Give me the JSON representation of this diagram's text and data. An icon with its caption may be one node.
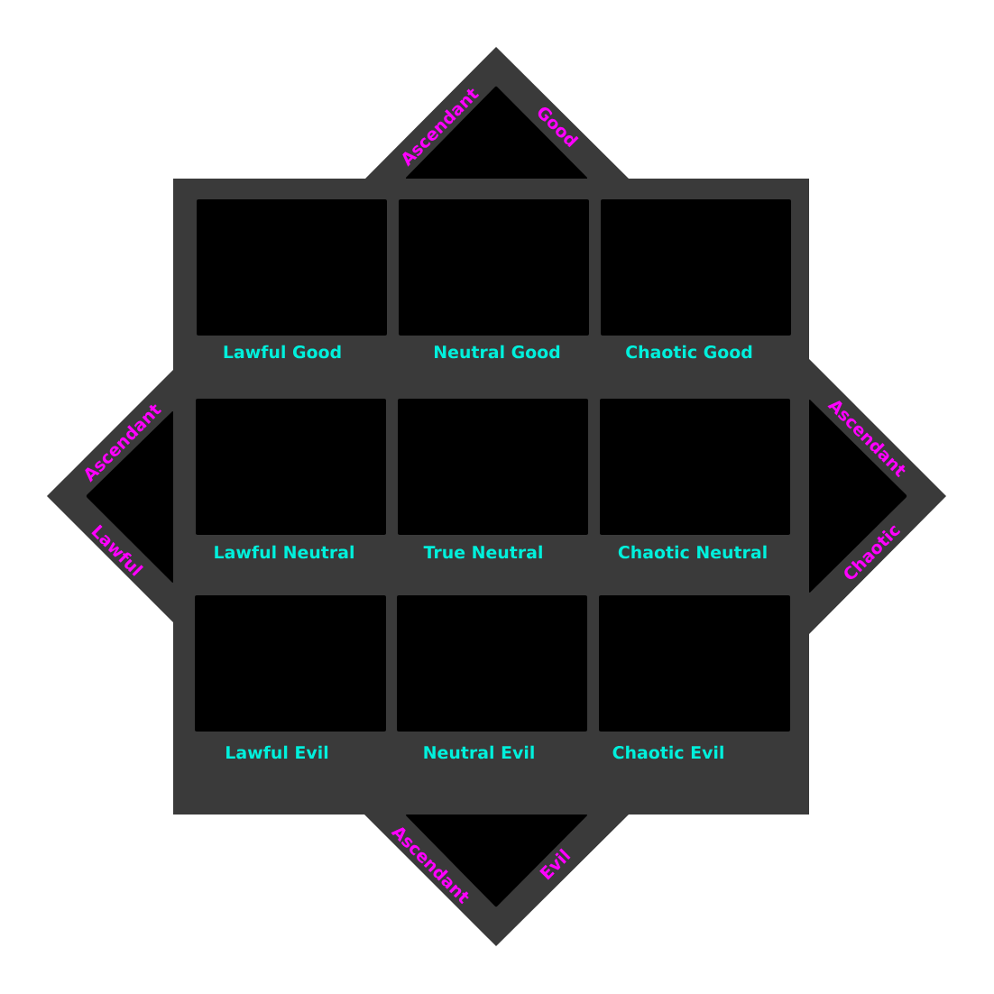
{
  "diagram": {
    "nodes": [
      {
        "text": [
          "Ascendant",
          "Good"
        ]
      },
      {
        "text": [
          "Lawful Good"
        ]
      },
      {
        "text": [
          "Neutral Good"
        ]
      },
      {
        "text": [
          "Chaotic Good"
        ]
      },
      {
        "text": [
          "Ascendant",
          "Lawful"
        ]
      },
      {
        "text": [
          "Ascendant",
          "Chaotic"
        ]
      },
      {
        "text": [
          "Lawful Neutral"
        ]
      },
      {
        "text": [
          "True Neutral"
        ]
      },
      {
        "text": [
          "Chaotic Neutral"
        ]
      },
      {
        "text": [
          "Lawful Evil"
        ]
      },
      {
        "text": [
          "Neutral Evil"
        ]
      },
      {
        "text": [
          "Chaotic Evil"
        ]
      },
      {
        "text": [
          "Ascendant",
          "Evil"
        ]
      }
    ]
  }
}
